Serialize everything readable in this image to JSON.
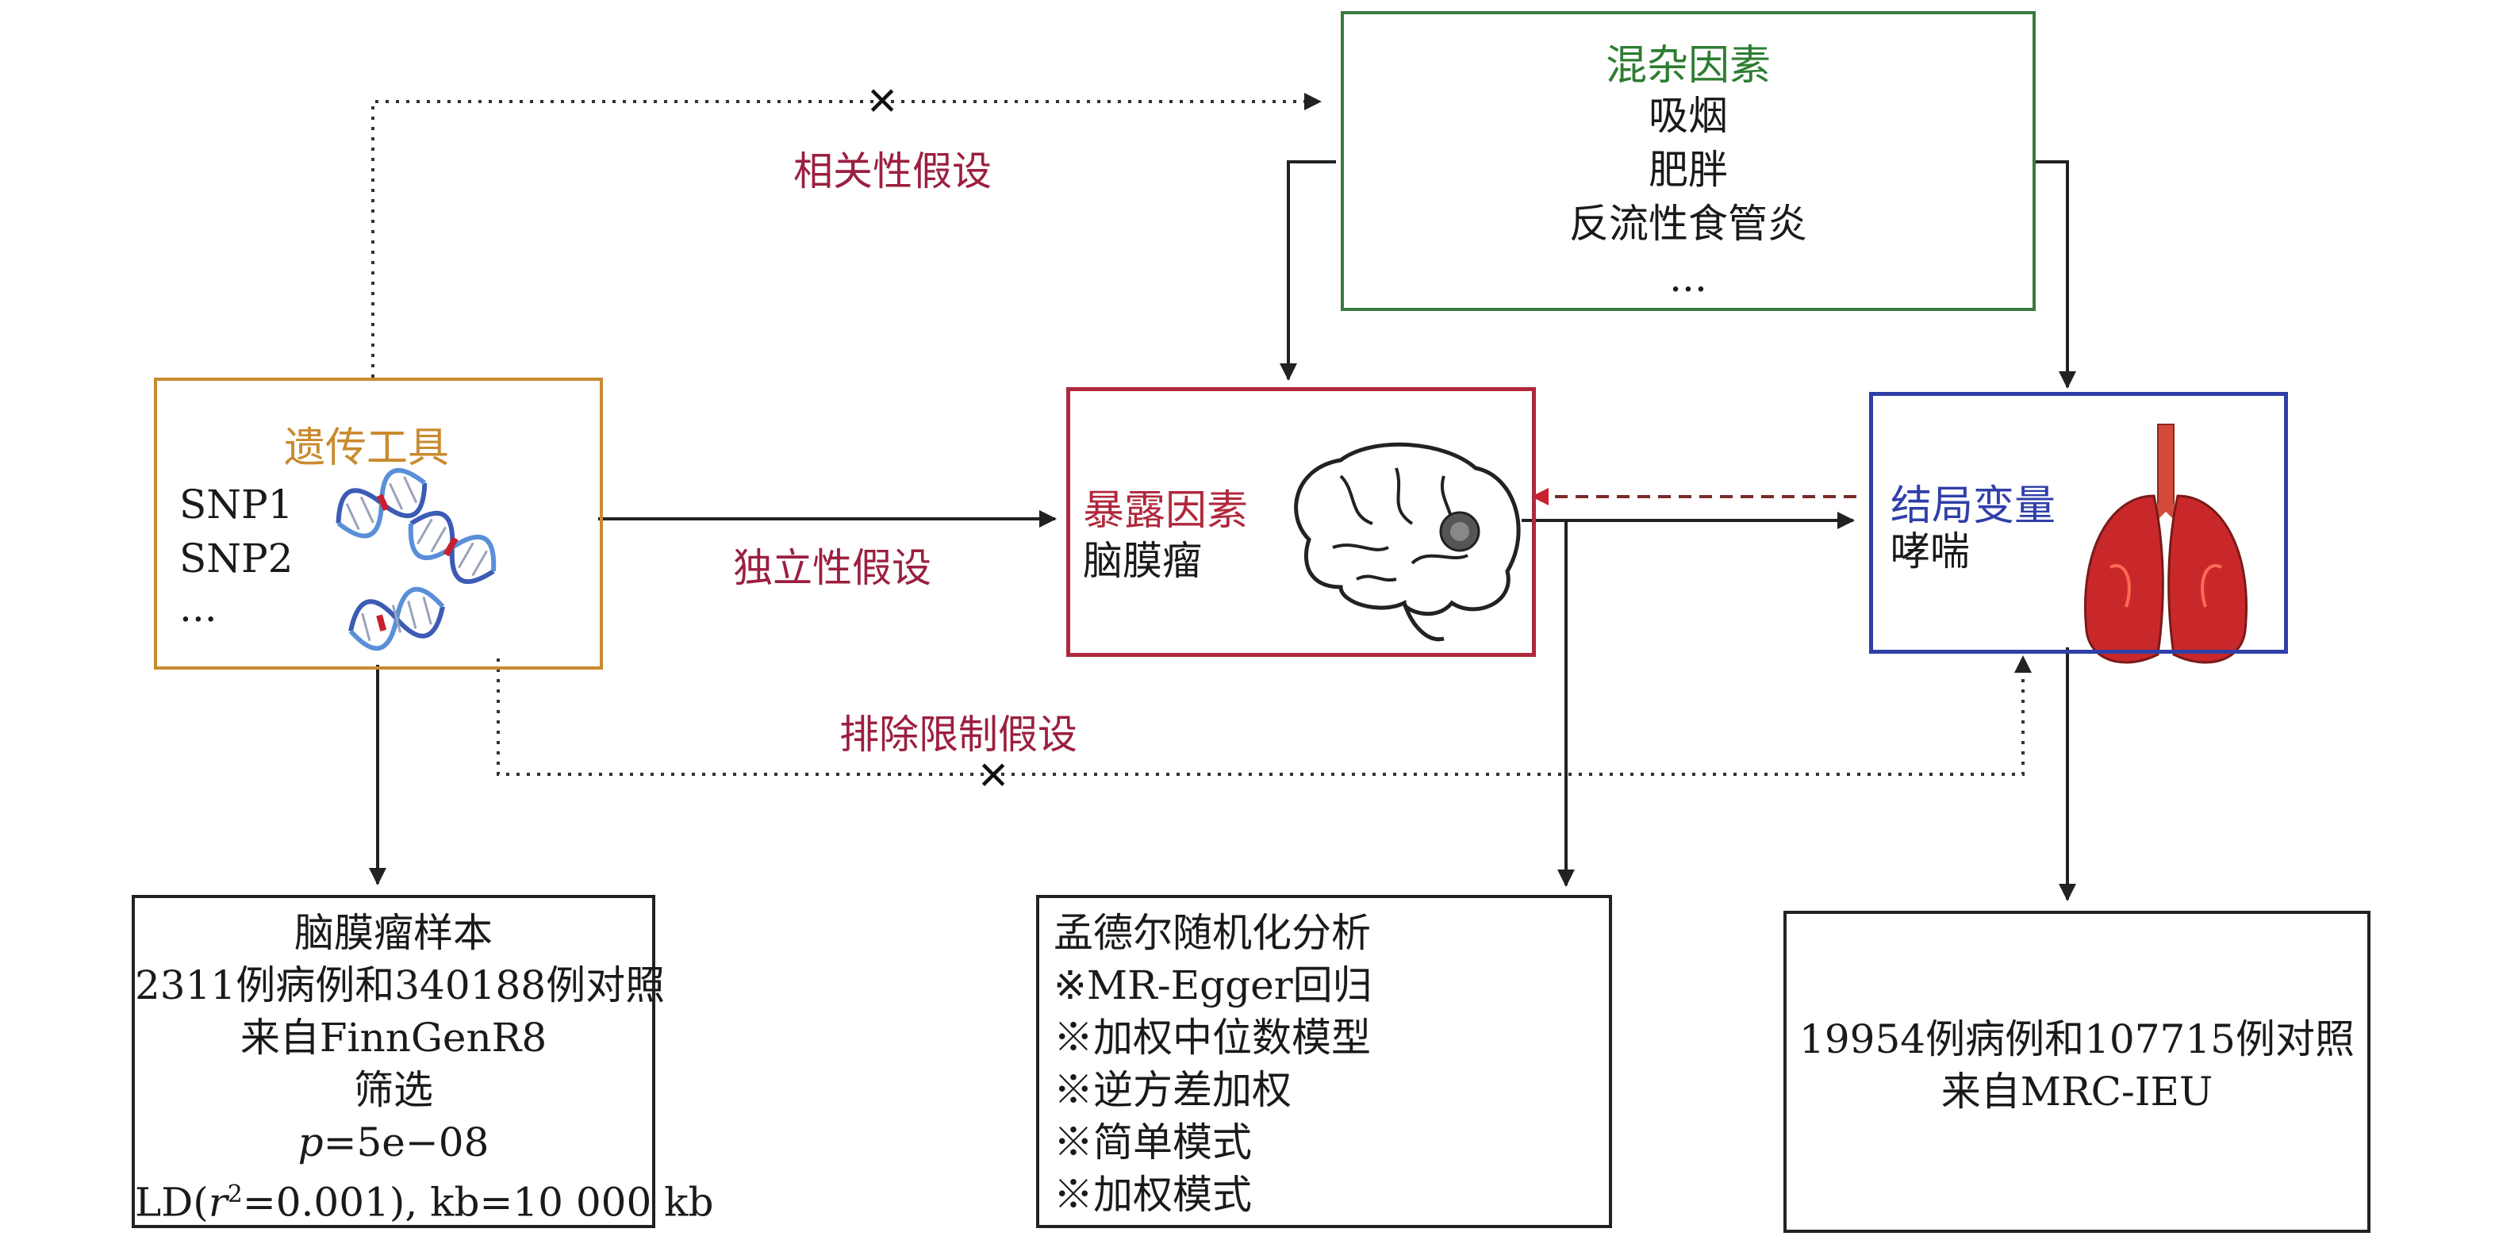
{
  "confounders": {
    "title": "混杂因素",
    "items": [
      "吸烟",
      "肥胖",
      "反流性食管炎",
      "..."
    ],
    "color": "#2e7d32"
  },
  "instrument": {
    "title": "遗传工具",
    "items": [
      "SNP1",
      "SNP2",
      "..."
    ],
    "color": "#c98a2e"
  },
  "exposure": {
    "title": "暴露因素",
    "name": "脑膜瘤",
    "color": "#b0283c"
  },
  "outcome": {
    "title": "结局变量",
    "name": "哮喘",
    "color": "#2f3fa8"
  },
  "assumptions": {
    "relevance": "相关性假设",
    "independence": "独立性假设",
    "exclusion": "排除限制假设",
    "color": "#9b1f3f",
    "blocked_mark": "×"
  },
  "sample_box": {
    "lines": [
      "脑膜瘤样本",
      "2311例病例和340188例对照",
      "来自FinnGenR8",
      "筛选"
    ],
    "p_label": "p",
    "p_value": "=5e−08",
    "ld_prefix": "LD(",
    "ld_r": "r",
    "ld_sup": "2",
    "ld_rest": "=0.001), kb=10 000 kb"
  },
  "methods_box": {
    "title": "孟德尔随机化分析",
    "items": [
      "※MR-Egger回归",
      "※加权中位数模型",
      "※逆方差加权",
      "※简单模式",
      "※加权模式"
    ]
  },
  "outcome_box": {
    "lines": [
      "19954例病例和107715例对照",
      "来自MRC-IEU"
    ]
  }
}
